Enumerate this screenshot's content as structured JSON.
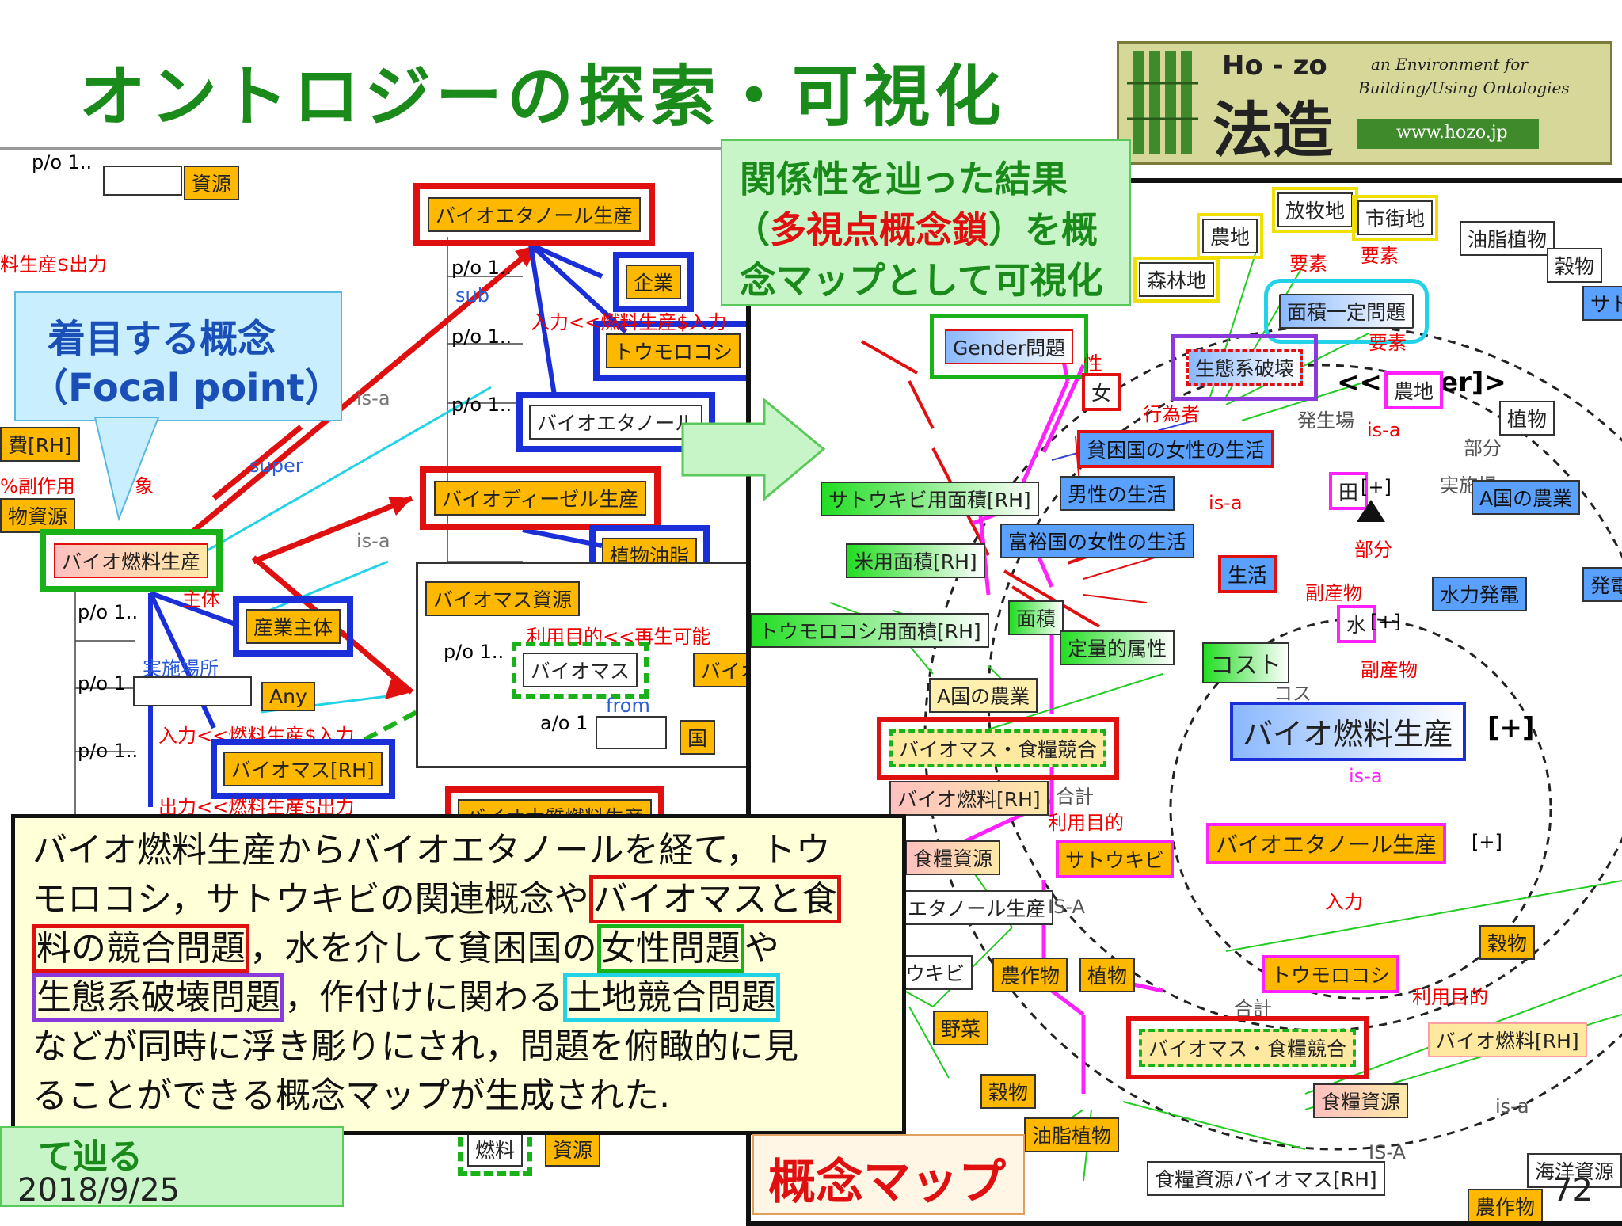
{
  "slide": {
    "title": "オントロジーの探索・可視化",
    "date": "2018/9/25",
    "page_number": "72"
  },
  "logo": {
    "roman": "Ho - zo",
    "kanji": "法造",
    "tagline1": "an Environment for",
    "tagline2": "Building/Using Ontologies",
    "url": "www.hozo.jp"
  },
  "callouts": {
    "focal_line1": "着目する概念",
    "focal_line2": "（Focal point）",
    "result_line1": "関係性を辿った結果",
    "result_line2_open": "（",
    "result_line2_red": "多視点概念鎖",
    "result_line2_close": "）を概",
    "result_line3": "念マップとして可視化",
    "bottom_left_partial": "て辿る",
    "concept_map_label": "概念マップ"
  },
  "description": {
    "line1": "バイオ燃料生産からバイオエタノールを経て，トウ",
    "line2_a": "モロコシ，サトウキビの関連概念や",
    "line2_box": "バイオマスと食",
    "line3_box": "料の競合問題",
    "line3_a": "，水を介して貧困国の",
    "line3_box2": "女性問題",
    "line3_b": "や",
    "line4_box": "生態系破壊問題",
    "line4_a": "，作付けに関わる",
    "line4_box2": "土地競合問題",
    "line5": "などが同時に浮き彫りにされ，問題を俯瞰的に見",
    "line6": "ることができる概念マップが生成された."
  },
  "left_panel": {
    "nodes": {
      "shigen": "資源",
      "bioethanol_prod": "バイオエタノール生産",
      "kigyo": "企業",
      "tomorokoshi": "トウモロコシ",
      "bioethanol": "バイオエタノール",
      "biodiesel_prod": "バイオディーゼル生産",
      "shokubutsu_yushi": "植物油脂",
      "biofuel_prod": "バイオ燃料生産",
      "sangyo_shutai": "産業主体",
      "any": "Any",
      "biomass_rh": "バイオマス[RH]",
      "biomass_shigen": "バイオマス資源",
      "biomass": "バイオマス",
      "bio_partial": "バイオ",
      "kuni": "国",
      "biowood_prod": "バイオ木質燃料生産",
      "nenryo": "燃料",
      "shigen2": "資源",
      "hi_rh": "費[RH]",
      "shigen_partial": "物資源"
    },
    "labels": {
      "po1": "p/o 1..",
      "po1b": "p/o 1",
      "ao1": "a/o 1",
      "isa": "is-a",
      "super": "super",
      "sub": "sub",
      "from": "from",
      "output": "料生産$出力",
      "jisshi_basho": "実施場所",
      "riyo_mokuteki": "利用目的<<再生可能",
      "nyuryoku": "入力<<燃料生産$入力",
      "fukusayo": "%副作用",
      "shutsuryoku": "出力<<燃料生産$出力",
      "taisho": "象",
      "shutai": "主体"
    }
  },
  "right_panel": {
    "nodes": {
      "bokuchi": "放牧地",
      "shigaichi": "市街地",
      "nochi": "農地",
      "shinrinchi": "森林地",
      "yushi_shokubutsu": "油脂植物",
      "kokumotsu": "穀物",
      "menseki_mondai": "面積一定問題",
      "gender": "Gender問題",
      "seitaikei": "生態系破壊",
      "nochi2": "農地",
      "per_label": "<<Super]>",
      "shokubutsu": "植物",
      "onna": "女",
      "hinkon_josei": "貧困国の女性の生活",
      "den": "田",
      "a_nogyo": "A国の農業",
      "sugar_menseki": "サトウキビ用面積[RH]",
      "dansei": "男性の生活",
      "fuyu_josei": "富裕国の女性の生活",
      "kome_menseki": "米用面積[RH]",
      "seikatsu": "生活",
      "menseki": "面積",
      "suiryoku": "水力発電",
      "corn_menseki": "トウモロコシ用面積[RH]",
      "teiryo": "定量的属性",
      "mizu": "水",
      "cost": "コスト",
      "a_nogyo2": "A国の農業",
      "biofuel_prod": "バイオ燃料生産",
      "biomass_kyogo": "バイオマス・食糧競合",
      "biofuel_rh": "バイオ燃料[RH]",
      "shokuryo_shigen": "食糧資源",
      "satokibi": "サトウキビ",
      "bioethanol_prod": "バイオエタノール生産",
      "ethanol_prod_partial": "エタノール生産",
      "kokumotsu2": "穀物",
      "ukibi_partial": "ウキビ",
      "nosakumotsu": "農作物",
      "shokubutsu2": "植物",
      "tomorokoshi": "トウモロコシ",
      "yasai": "野菜",
      "biomass_kyogo2": "バイオマス・食糧競合",
      "biofuel_rh2": "バイオ燃料[RH]",
      "kokumotsu3": "穀物",
      "shokuryo_shigen2": "食糧資源",
      "yushi_shokubutsu2": "油脂植物",
      "shokuryo_biomass": "食糧資源バイオマス[RH]",
      "kaiyo_shigen": "海洋資源",
      "nosakumotsu2": "農作物",
      "hatsuden_partial": "発電",
      "sato_partial": "サト"
    },
    "labels": {
      "yoso": "要素",
      "yoso2": "要素",
      "shutai_sei": "性",
      "koisha": "行為者",
      "hasseiba": "発生場",
      "isa": "is-a",
      "isa_caps": "IS-A",
      "bubun": "部分",
      "bubun2": "部分",
      "jisshi": "実施場",
      "fukusanbutsu": "副産物",
      "fukusanbutsu2": "副産物",
      "kosu": "コス",
      "goukei": "合計",
      "riyo_mokuteki": "利用目的",
      "riyo_mokuteki2": "利用目的",
      "nyuryoku": "入力",
      "plus": "[+]",
      "plus_bold": "[+]"
    }
  },
  "colors": {
    "title_green": "#1a8a1a",
    "accent_red": "#e01010",
    "accent_blue": "#1a2fd8",
    "accent_green": "#19b219",
    "accent_purple": "#8a3adb",
    "accent_cyan": "#22d3e8",
    "accent_yellow": "#f0e000",
    "magenta": "#ff22ff",
    "node_orange": "#ffb800"
  }
}
